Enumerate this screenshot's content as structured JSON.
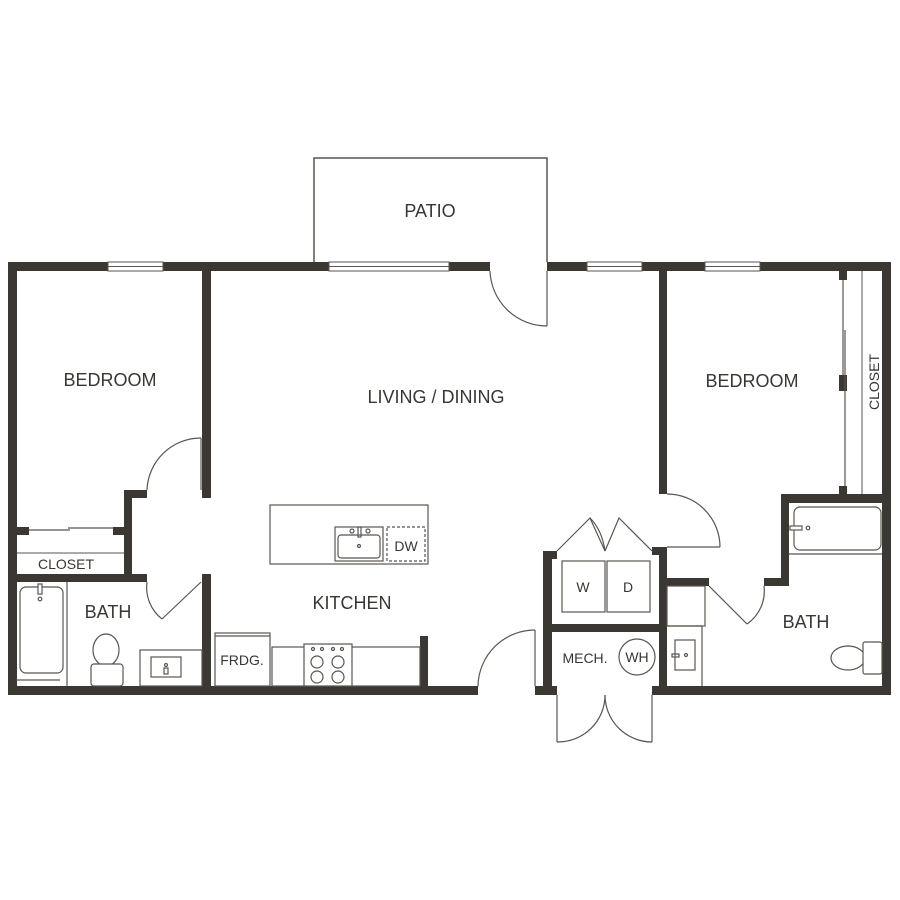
{
  "plan": {
    "colors": {
      "wall": "#3b3733",
      "line": "#5a5550",
      "background": "#ffffff",
      "text": "#3a3632"
    },
    "rooms": {
      "patio": "PATIO",
      "living_dining": "LIVING / DINING",
      "bedroom_left": "BEDROOM",
      "bedroom_right": "BEDROOM",
      "closet_left": "CLOSET",
      "closet_right": "CLOSET",
      "bath_left": "BATH",
      "bath_right": "BATH",
      "kitchen": "KITCHEN",
      "mechanical": "MECH."
    },
    "fixtures": {
      "dishwasher": "DW",
      "fridge": "FRDG.",
      "washer": "W",
      "dryer": "D",
      "water_heater": "WH"
    }
  }
}
